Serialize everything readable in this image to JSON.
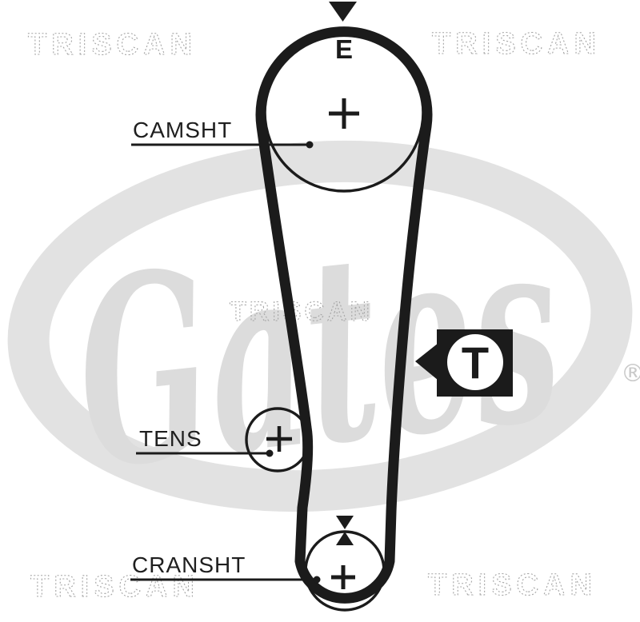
{
  "watermarks": {
    "brand": "TRISCAN",
    "logo_script": "Gates",
    "registered_symbol": "®"
  },
  "labels": {
    "camshaft": "CAMSHT",
    "tensioner": "TENS",
    "crankshaft": "CRANSHT"
  },
  "marks": {
    "cam_pulley_letter": "E",
    "timing_marker_letter": "T"
  },
  "colors": {
    "ink": "#1b1b1b",
    "background": "#ffffff",
    "logo_gray": "#e2e2e2",
    "script_gray": "#dcdcdc",
    "watermark_outline": "#a5a5a5"
  }
}
